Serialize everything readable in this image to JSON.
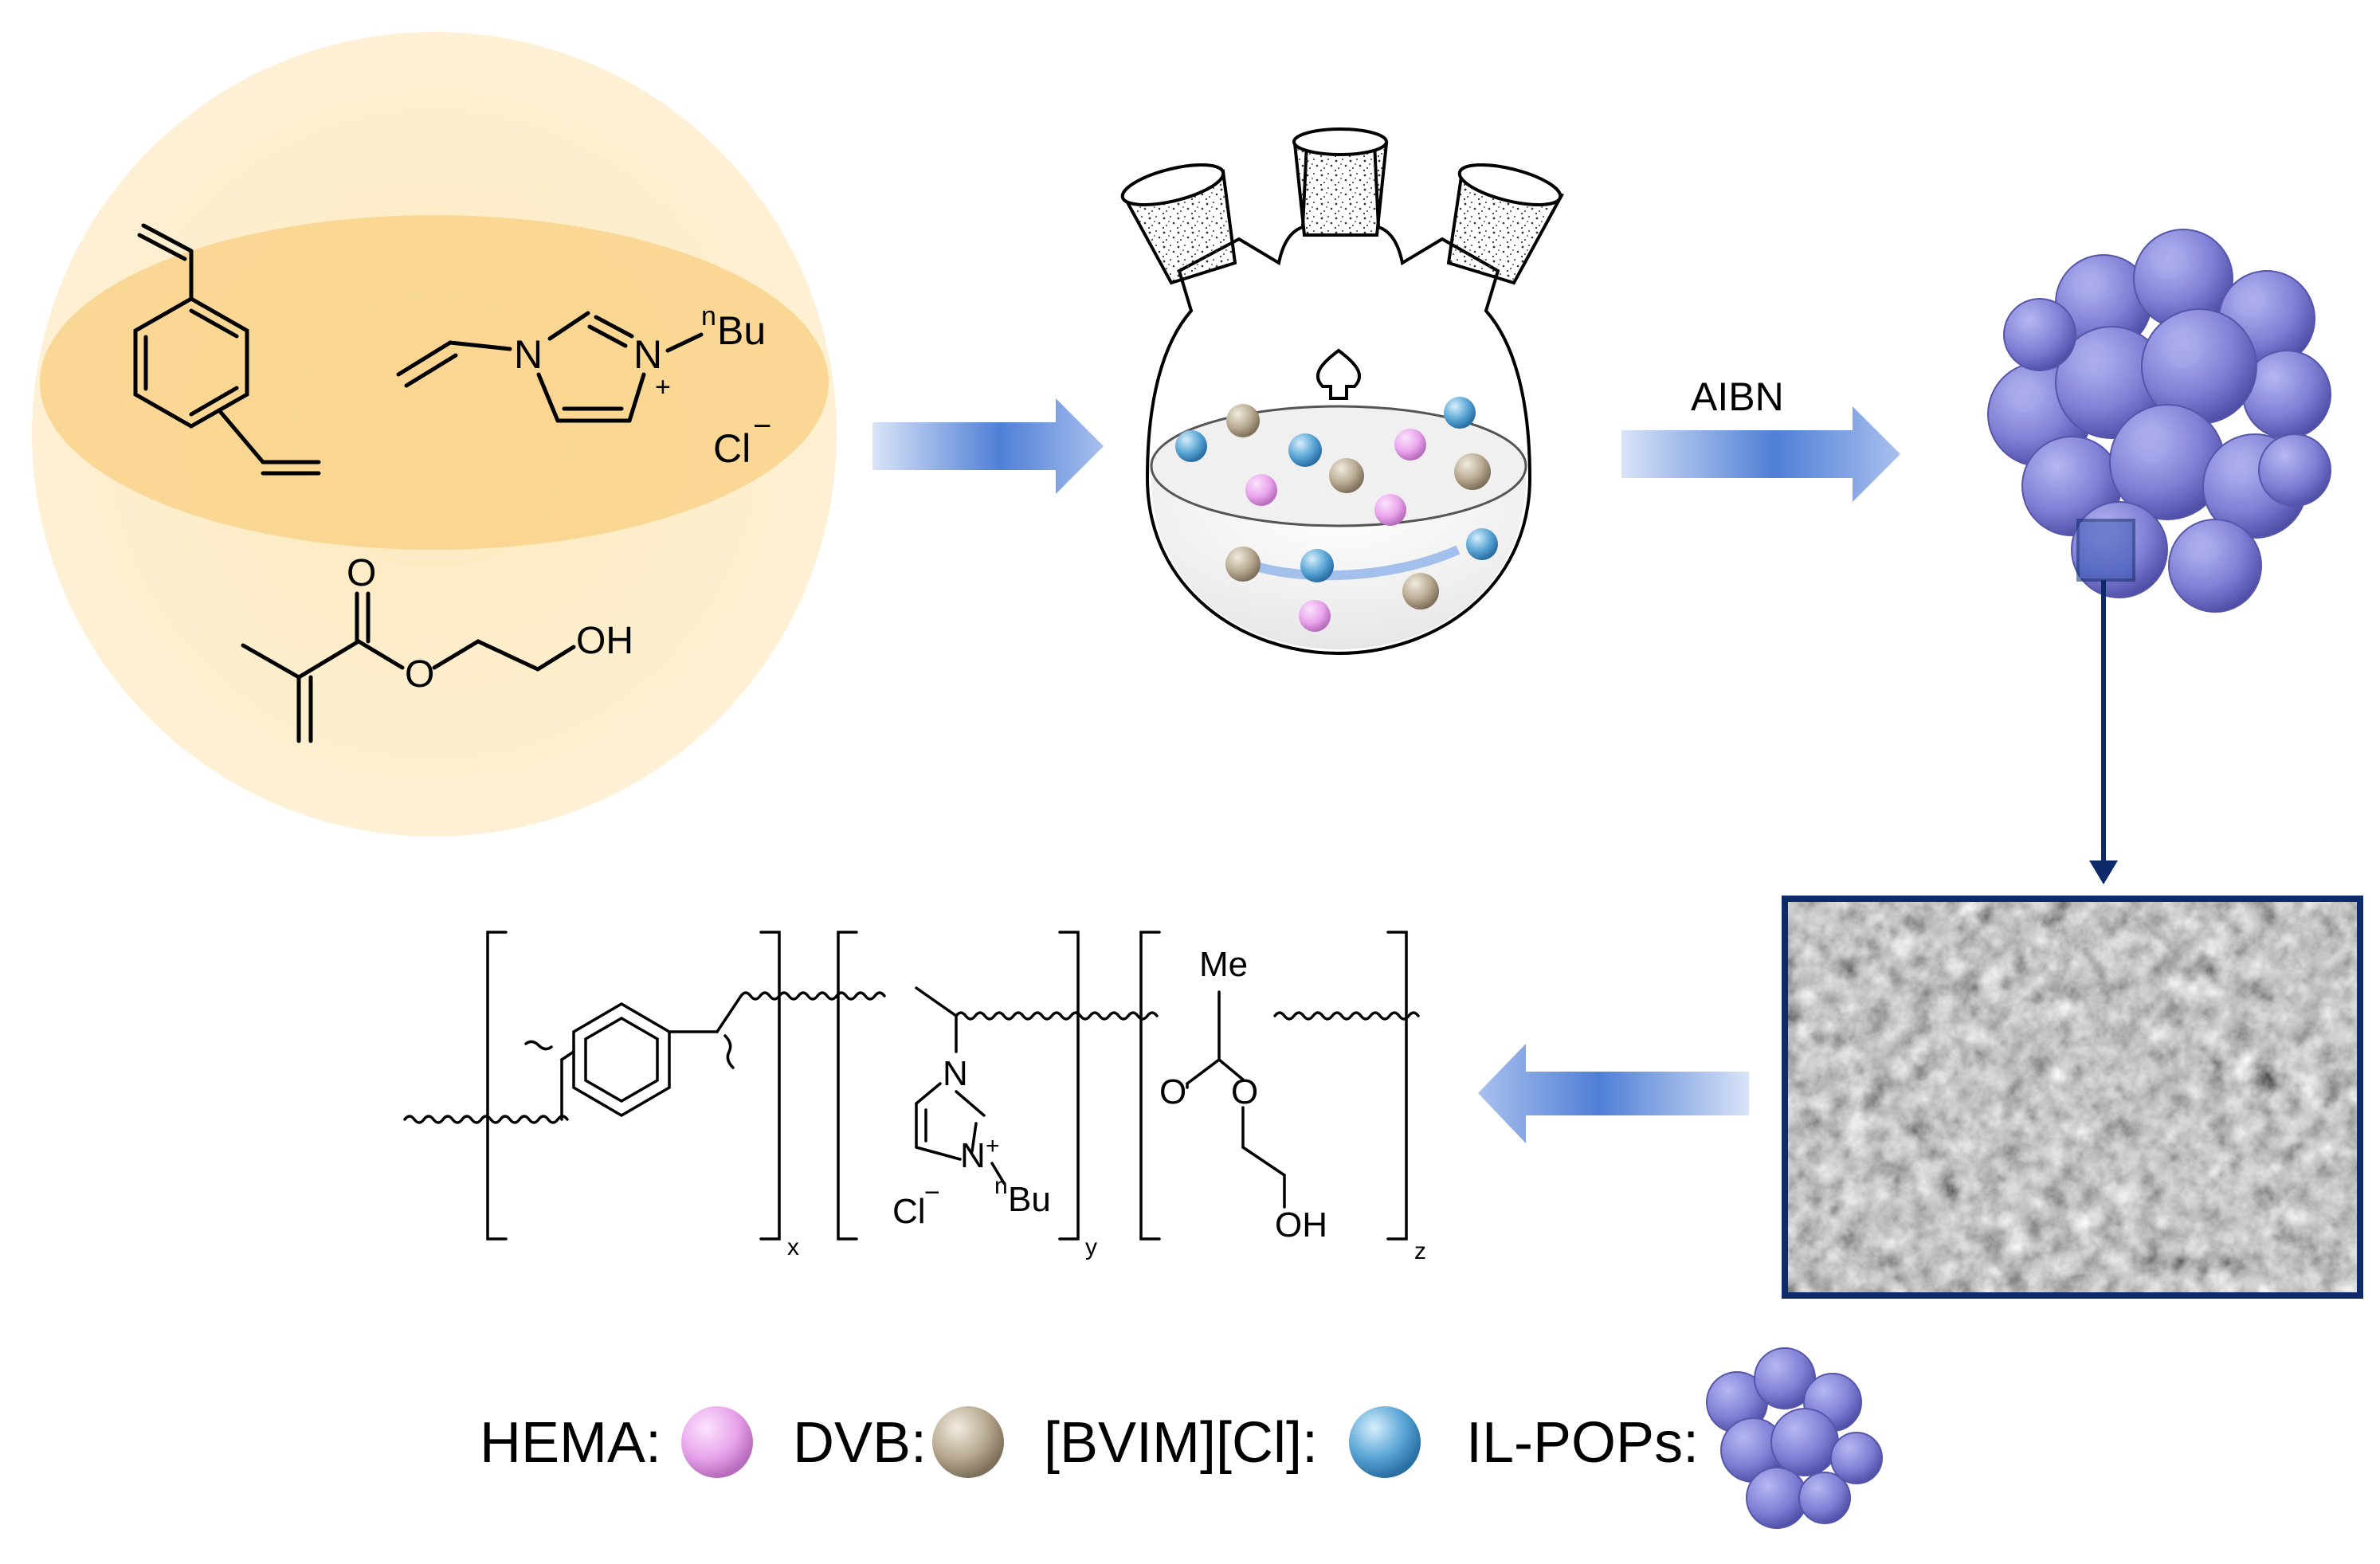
{
  "monomers": {
    "imidazolium": {
      "n1": "N",
      "n2": "N",
      "charge": "+",
      "n_prefix": "n",
      "butyl": "Bu",
      "anion": "Cl",
      "anion_charge": "−"
    },
    "hema": {
      "carbonyl_o": "O",
      "ester_o": "O",
      "hydroxyl": "OH"
    }
  },
  "reaction": {
    "initiator": "AIBN"
  },
  "polymer": {
    "sub_x": "x",
    "sub_y": "y",
    "sub_z": "z",
    "me": "Me",
    "n1": "N",
    "n2": "N",
    "charge": "+",
    "anion": "Cl",
    "anion_charge": "−",
    "n_prefix": "n",
    "butyl": "Bu",
    "carbonyl_o": "O",
    "ester_o": "O",
    "hydroxyl": "OH"
  },
  "legend": {
    "hema": "HEMA:",
    "dvb": "DVB:",
    "bvim": "[BVIM][Cl]:",
    "ilpops": "IL-POPs:"
  },
  "colors": {
    "hema_sphere": "#e9a5ec",
    "dvb_sphere": "#b9ab92",
    "bvim_sphere": "#5aa6d6",
    "polymer_particle": "#7f7fd6",
    "frame": "#0d2a6b",
    "arrow": "#5b85d6"
  },
  "icons": [
    "reaction-flask-icon",
    "stir-bar-icon",
    "porous-particle-icon",
    "sem-micrograph-image"
  ]
}
